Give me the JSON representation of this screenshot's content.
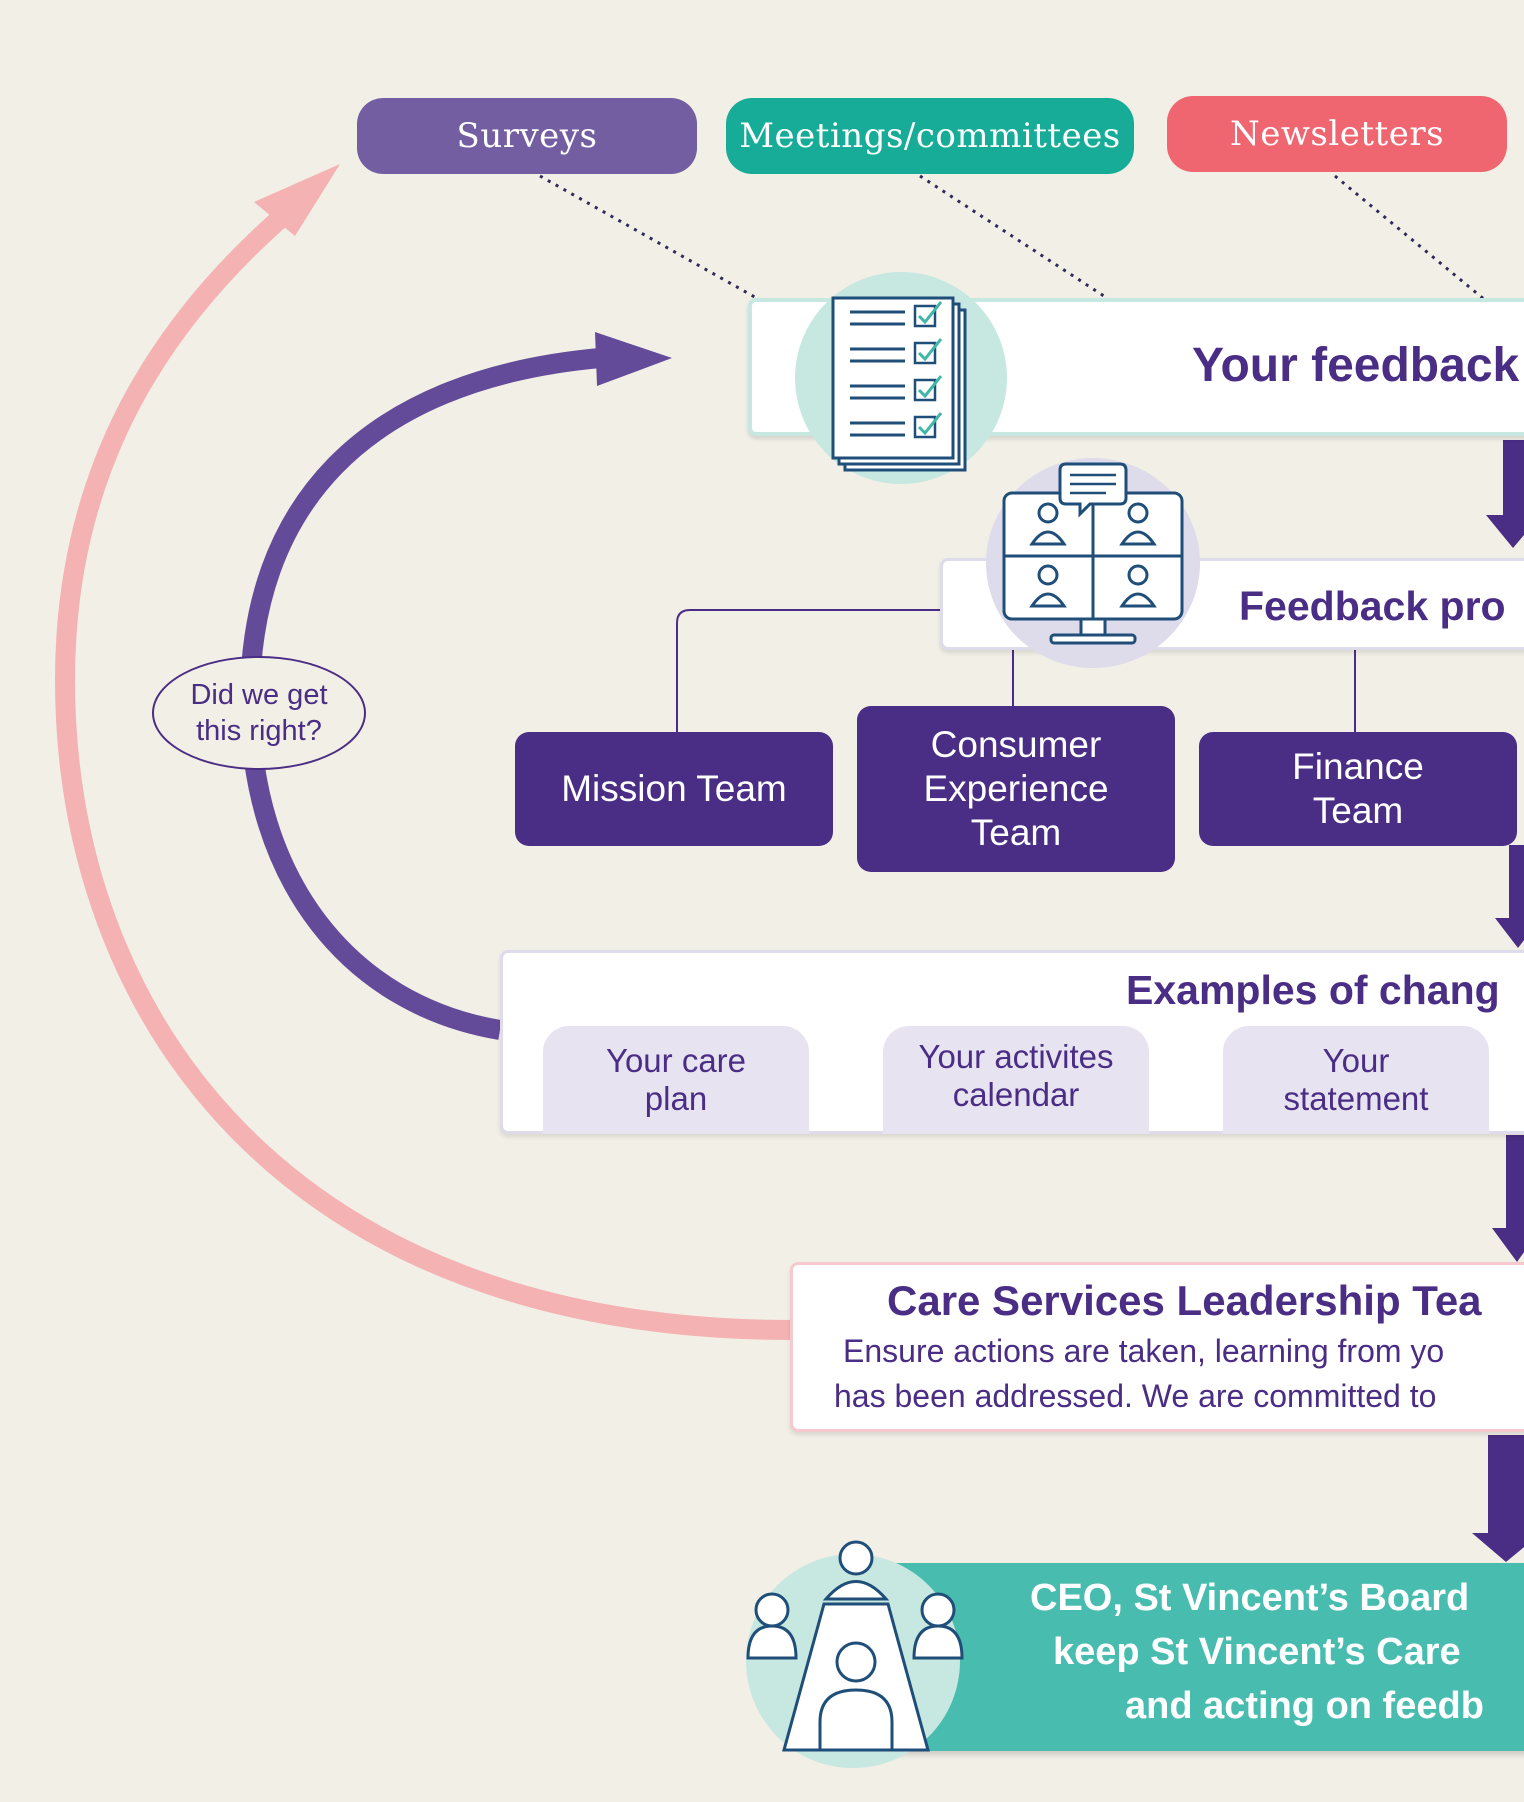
{
  "channels": {
    "surveys": "Surveys",
    "meetings": "Meetings/committees",
    "newsletters": "Newsletters"
  },
  "feedback_box": {
    "title": "Your feedback"
  },
  "process_box": {
    "title": "Feedback pro"
  },
  "teams": {
    "mission": "Mission Team",
    "consumer": "Consumer Experience Team",
    "finance": "Finance Team"
  },
  "changes_box": {
    "title": "Examples of chang",
    "tags": {
      "care_plan": "Your care plan",
      "activities": "Your activites calendar",
      "statement": "Your statement"
    }
  },
  "loop_callout": "Did we get this right?",
  "leadership_box": {
    "title": "Care Services Leadership Tea",
    "line1": "Ensure actions are taken, learning from yo",
    "line2": "has been addressed. We are committed to"
  },
  "ceo_box": {
    "line1": "CEO, St Vincent’s Board",
    "line2": "keep St Vincent’s Care",
    "line3": "and acting on feedb"
  },
  "colors": {
    "background": "#f1efe6",
    "purple": "#4a2d84",
    "purple_arrow": "#634b9a",
    "pink_arrow": "#f4b2b2",
    "teal": "#16ac98",
    "coral": "#ef6671",
    "surveys_pill": "#735ea1",
    "teal_box": "#48bcae",
    "light_teal": "#c7e7e1",
    "lavender": "#e7e3f0"
  },
  "icons": {
    "feedback": "checklist-icon",
    "process": "video-meeting-icon",
    "ceo": "boardroom-meeting-icon"
  }
}
